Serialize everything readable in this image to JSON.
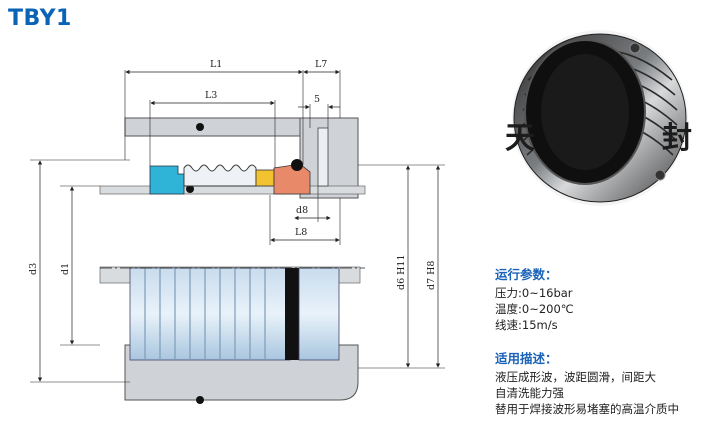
{
  "model": "TBY1",
  "dimensions": {
    "L1": "L1",
    "L7": "L7",
    "L3": "L3",
    "five": "5",
    "d8": "d8",
    "L8": "L8",
    "d3": "d3",
    "d1": "d1",
    "d6": "d6  H11",
    "d7": "d7  H8"
  },
  "watermark": {
    "left": "天",
    "right": "封"
  },
  "operating": {
    "heading": "运行参数：",
    "lines": [
      "压力:0~16bar",
      "温度:0~200℃",
      "线速:15m/s"
    ]
  },
  "application": {
    "heading": "适用描述：",
    "lines": [
      "液压成形波，波距圆滑，间距大",
      "自清洗能力强",
      "替用于焊接波形易堵塞的高温介质中"
    ]
  },
  "colors": {
    "title": "#0a63b5",
    "housing": "#cfd2d6",
    "bellows": "#b9d3ea",
    "seat": "#2fb3d6",
    "face": "#e88a6a",
    "insert": "#f2c230",
    "oring": "#111111"
  }
}
